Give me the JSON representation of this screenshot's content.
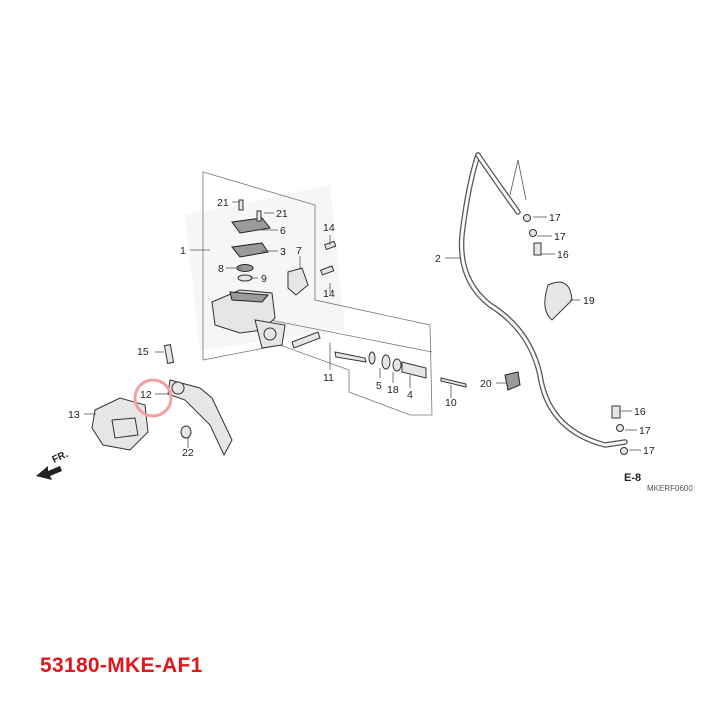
{
  "diagram": {
    "callouts": {
      "c1": "1",
      "c2": "2",
      "c3": "3",
      "c4": "4",
      "c5": "5",
      "c6": "6",
      "c7": "7",
      "c8": "8",
      "c9": "9",
      "c10": "10",
      "c11": "11",
      "c12": "12",
      "c13": "13",
      "c14a": "14",
      "c14b": "14",
      "c15": "15",
      "c16a": "16",
      "c16b": "16",
      "c17a": "17",
      "c17b": "17",
      "c17c": "17",
      "c17d": "17",
      "c18": "18",
      "c19": "19",
      "c20": "20",
      "c21a": "21",
      "c21b": "21",
      "c22": "22"
    },
    "section_ref": "E-8",
    "diagram_code": "MKERF0600",
    "direction_label": "FR.",
    "highlighted_part": "12",
    "highlight_color": "#f0a0a0"
  },
  "part_number": "53180-MKE-AF1",
  "colors": {
    "part_number": "#e0181b",
    "line": "#333333"
  }
}
